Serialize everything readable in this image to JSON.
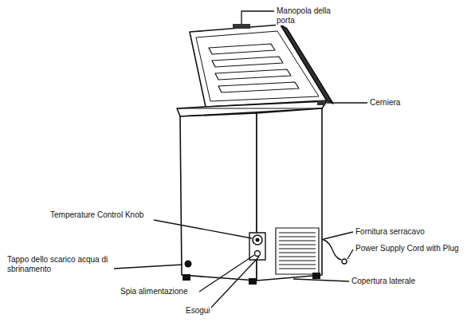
{
  "diagram": {
    "labels": [
      "Manopola della porta",
      "Cerniera",
      "Temperature Control Knob",
      "Fornitura serracavo",
      "Power Supply Cord with Plug",
      "Tappo dello scarico acqua di sbrinamento",
      "Copertura laterale",
      "Spia alimentazione",
      "Esogui"
    ]
  }
}
